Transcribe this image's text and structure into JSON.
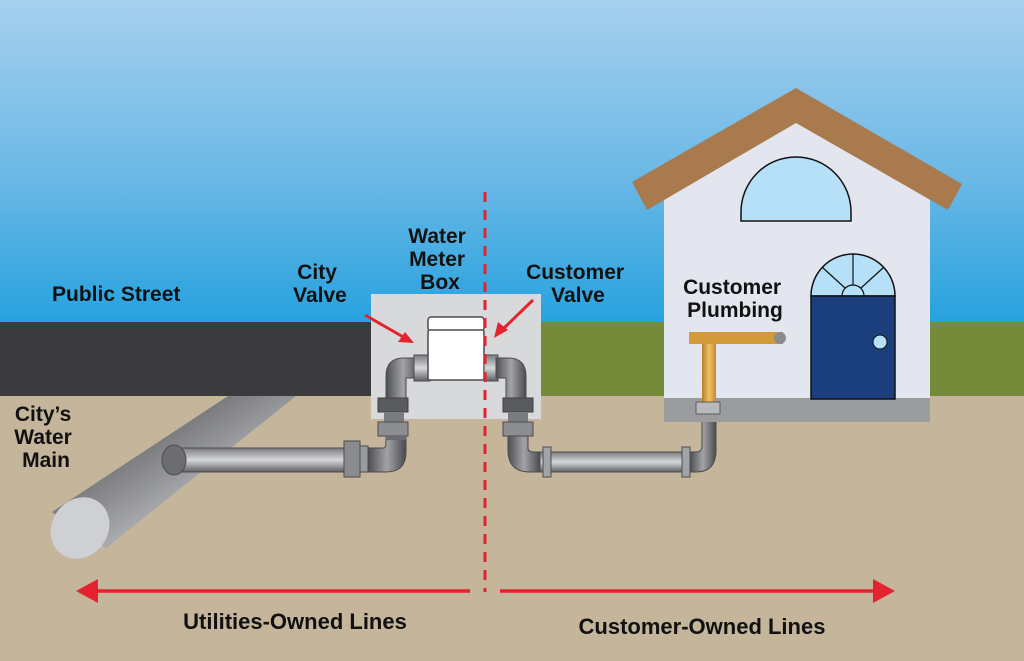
{
  "diagram": {
    "title": "Water service line ownership",
    "labels": {
      "public_street": "Public Street",
      "city_valve": [
        "City",
        "Valve"
      ],
      "water_meter_box": [
        "Water",
        "Meter",
        "Box"
      ],
      "customer_valve": [
        "Customer",
        "Valve"
      ],
      "customer_plumbing": [
        "Customer",
        "Plumbing"
      ],
      "city_water_main": [
        "City’s",
        "Water",
        "Main"
      ],
      "utilities_owned": "Utilities-Owned Lines",
      "customer_owned": "Customer-Owned Lines"
    },
    "icons": {
      "arrow_left": "arrow-left-icon",
      "arrow_right": "arrow-right-icon",
      "pointer_arrow": "pointer-arrow-icon"
    },
    "colors": {
      "sky_top": "#a6d0ee",
      "sky_bottom": "#29a3de",
      "street": "#3b3b3d",
      "grass": "#758b3a",
      "soil": "#c4b59b",
      "meter_box": "#d8d9db",
      "roof": "#a87a4e",
      "house_wall": "#e3e6ee",
      "door": "#1b3f7c",
      "window_glass": "#b6e0f7",
      "foundation": "#9b9c9e",
      "copper_pipe": "#d29a3a",
      "boundary_red": "#e5232e",
      "pipe_gray": "#6b6c6e"
    }
  }
}
